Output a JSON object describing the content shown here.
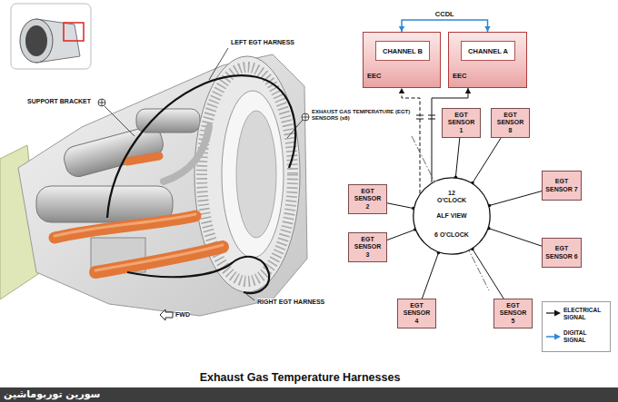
{
  "diagram": {
    "caption": "Exhaust Gas Temperature Harnesses",
    "nodes": [
      {
        "text": [
          "CHANNEL B",
          "EEC"
        ]
      },
      {
        "text": [
          "CHANNEL A",
          "EEC"
        ]
      },
      {
        "text": [
          "12 O'CLOCK",
          "ALF VIEW",
          "6 O'CLOCK"
        ]
      },
      {
        "text": [
          "EGT SENSOR 1"
        ]
      },
      {
        "text": [
          "EGT SENSOR 2"
        ]
      },
      {
        "text": [
          "EGT SENSOR 3"
        ]
      },
      {
        "text": [
          "EGT SENSOR 4"
        ]
      },
      {
        "text": [
          "EGT SENSOR 5"
        ]
      },
      {
        "text": [
          "EGT SENSOR 6"
        ]
      },
      {
        "text": [
          "EGT SENSOR 7"
        ]
      },
      {
        "text": [
          "EGT SENSOR 8"
        ]
      }
    ],
    "edges": [
      {
        "from": 0,
        "to": 1,
        "arrow": "both",
        "label": "CCDL"
      },
      {
        "from": 3,
        "to": 2,
        "arrow": "none"
      },
      {
        "from": 4,
        "to": 2,
        "arrow": "none"
      },
      {
        "from": 5,
        "to": 2,
        "arrow": "none"
      },
      {
        "from": 6,
        "to": 2,
        "arrow": "none"
      },
      {
        "from": 7,
        "to": 2,
        "arrow": "none"
      },
      {
        "from": 8,
        "to": 2,
        "arrow": "none"
      },
      {
        "from": 9,
        "to": 2,
        "arrow": "none"
      },
      {
        "from": 10,
        "to": 2,
        "arrow": "none"
      },
      {
        "from": 2,
        "to": 0,
        "arrow": "to"
      },
      {
        "from": 2,
        "to": 1,
        "arrow": "to"
      }
    ],
    "labels": [
      "LEFT EGT HARNESS",
      "SUPPORT BRACKET",
      "EXHAUST GAS TEMPERATURE (EGT) SENSORS (x8)",
      "RIGHT EGT HARNESS",
      "FWD",
      "سورین توربوماشین"
    ],
    "legend": [
      {
        "text": "ELECTRICAL SIGNAL"
      },
      {
        "text": "DIGITAL SIGNAL"
      }
    ]
  }
}
